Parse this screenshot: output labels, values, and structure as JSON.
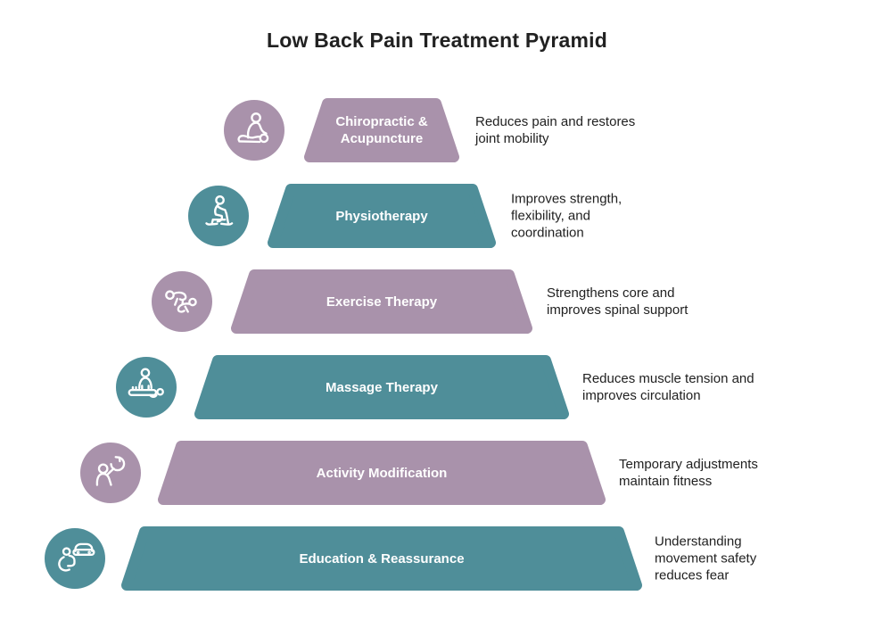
{
  "title": "Low Back Pain Treatment Pyramid",
  "colors": {
    "mauve": "#a992ab",
    "teal": "#4f8e99",
    "title_text": "#212121",
    "description_text": "#212121",
    "label_text": "#ffffff",
    "background": "#ffffff"
  },
  "levels": [
    {
      "label": "Chiropractic & Acupuncture",
      "description": "Reduces pain and restores joint mobility",
      "icon": "massage-person-icon",
      "color": "#a992ab"
    },
    {
      "label": "Physiotherapy",
      "description": "Improves strength, flexibility, and coordination",
      "icon": "exercise-bike-icon",
      "color": "#4f8e99"
    },
    {
      "label": "Exercise Therapy",
      "description": "Strengthens core and improves spinal support",
      "icon": "stretching-people-icon",
      "color": "#a992ab"
    },
    {
      "label": "Massage Therapy",
      "description": "Reduces muscle tension and improves circulation",
      "icon": "massage-table-icon",
      "color": "#4f8e99"
    },
    {
      "label": "Activity Modification",
      "description": "Temporary adjustments maintain fitness",
      "icon": "person-rotate-arrow-icon",
      "color": "#a992ab"
    },
    {
      "label": "Education & Reassurance",
      "description": "Understanding movement safety reduces fear",
      "icon": "wheelchair-car-icon",
      "color": "#4f8e99"
    }
  ]
}
